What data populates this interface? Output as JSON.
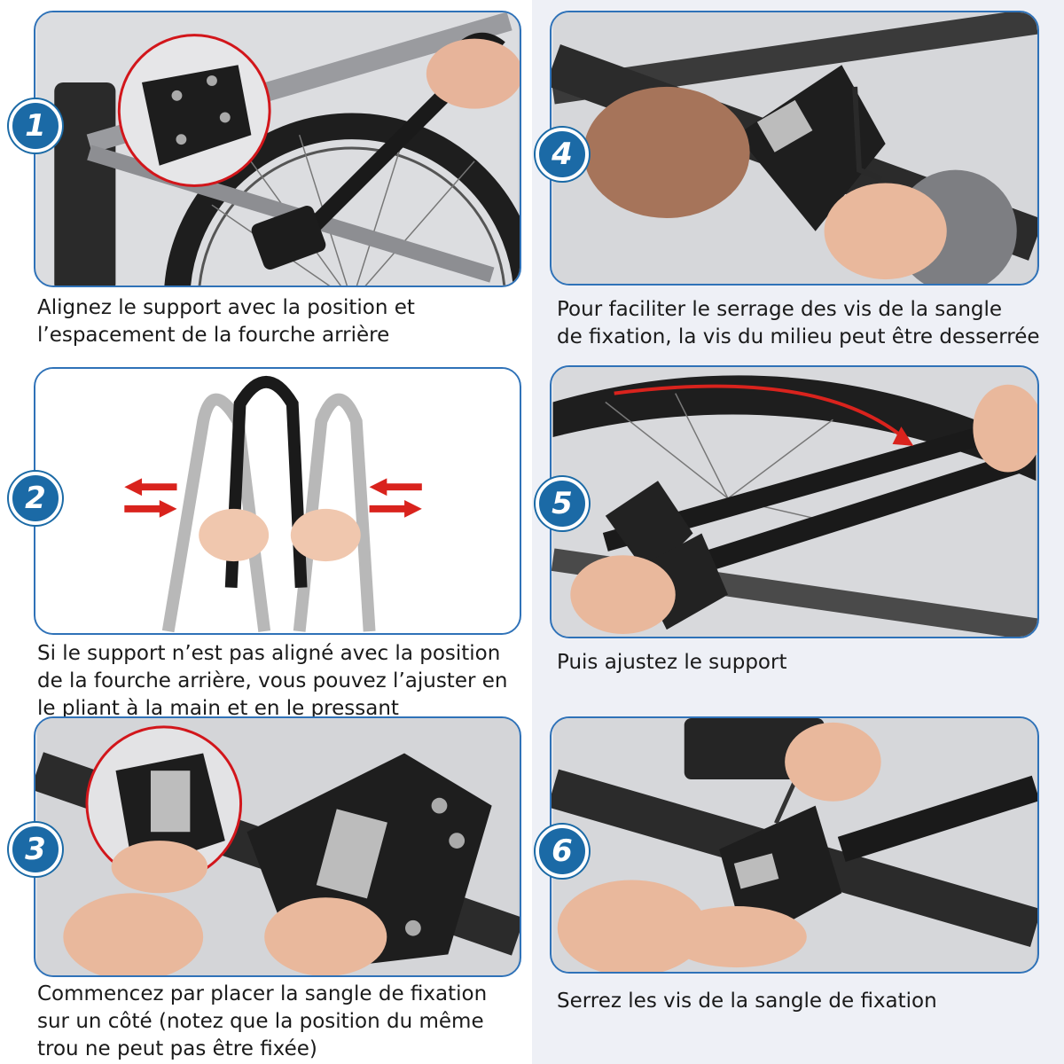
{
  "steps": [
    {
      "number": "1",
      "lines": [
        "Alignez le support avec la position et",
        "l’espacement de la fourche arrière"
      ]
    },
    {
      "number": "2",
      "lines": [
        "Si le support n’est pas aligné avec la position",
        "de la fourche arrière, vous pouvez l’ajuster en",
        "le pliant à la main et en le pressant"
      ]
    },
    {
      "number": "3",
      "lines": [
        "Commencez par placer la sangle de fixation",
        "sur un côté (notez que la position du même",
        "trou ne peut pas être fixée)"
      ]
    },
    {
      "number": "4",
      "lines": [
        "Pour faciliter le serrage des vis de la sangle",
        "de fixation, la vis du milieu peut être desserrée"
      ]
    },
    {
      "number": "5",
      "lines": [
        "Puis ajustez le support"
      ]
    },
    {
      "number": "6",
      "lines": [
        "Serrez les vis de la sangle de fixation"
      ]
    }
  ],
  "colors": {
    "badge": "#1b6aa6",
    "panel_border": "#2f72b8",
    "arrow_red": "#d9231d",
    "right_column_bg": "#eef0f6"
  }
}
